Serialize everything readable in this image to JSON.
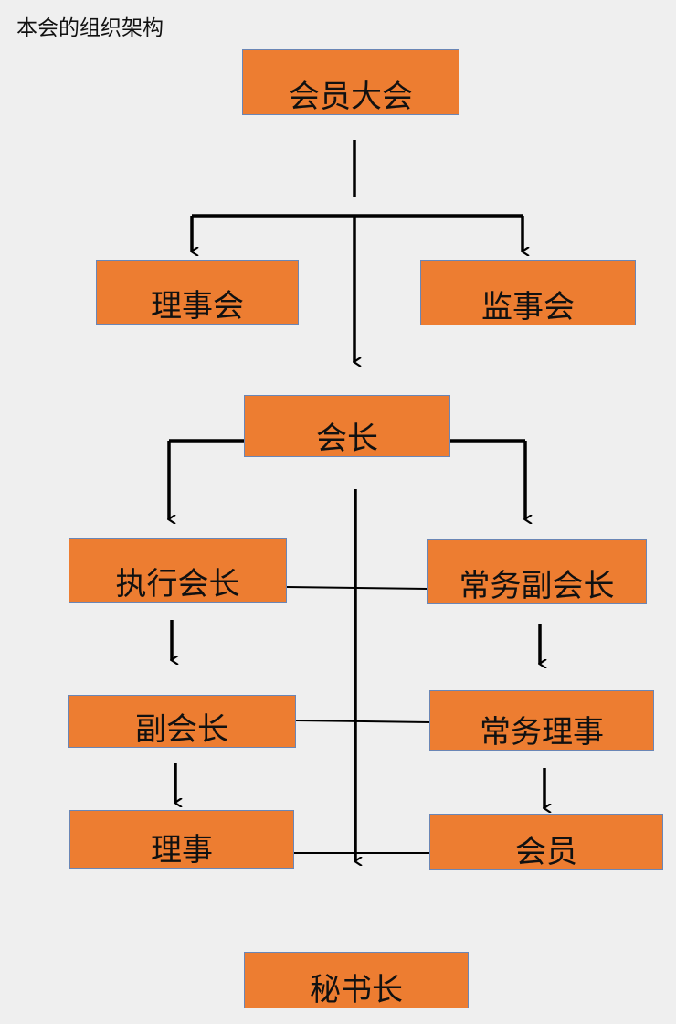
{
  "title": "本会的组织架构",
  "nodes": {
    "general_assembly": "会员大会",
    "board": "理事会",
    "supervisory_board": "监事会",
    "president": "会长",
    "executive_president": "执行会长",
    "standing_vice_president": "常务副会长",
    "vice_president": "副会长",
    "standing_director": "常务理事",
    "director": "理事",
    "member": "会员",
    "secretary_general": "秘书长"
  },
  "colors": {
    "node_fill": "#ed7d31",
    "node_border": "#6a86b6",
    "connector": "#000000",
    "background": "#efefef"
  }
}
